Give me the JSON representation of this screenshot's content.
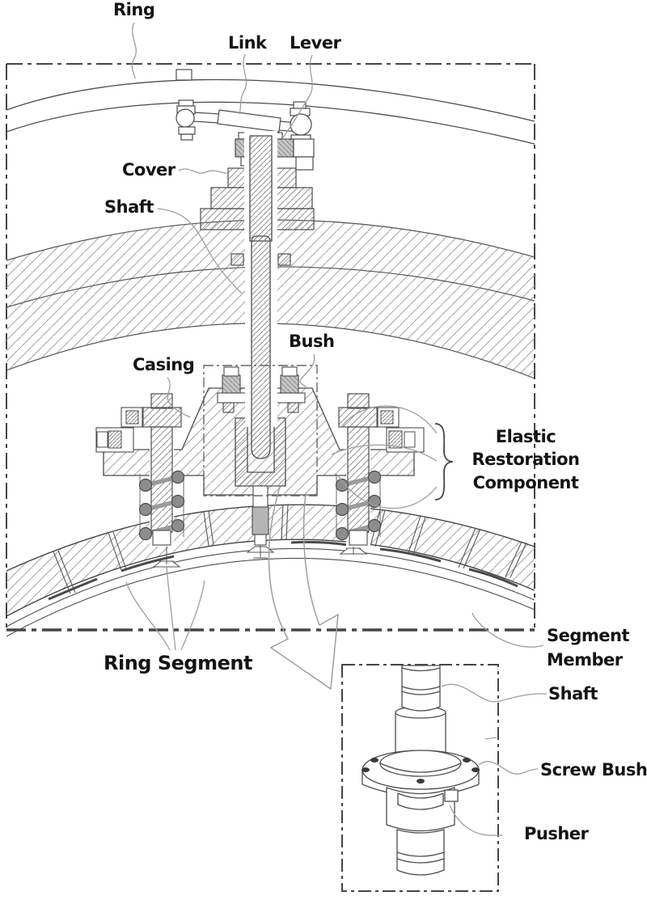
{
  "figure": {
    "kind": "patent-style mechanical cross-section drawing with detail inset",
    "labels": {
      "ring": "Ring",
      "link": "Link",
      "lever": "Lever",
      "cover": "Cover",
      "shaft_upper": "Shaft",
      "casing": "Casing",
      "bush": "Bush",
      "elastic_line1": "Elastic",
      "elastic_line2": "Restoration",
      "elastic_line3": "Component",
      "ring_segment": "Ring Segment",
      "segment_member_line1": "Segment",
      "segment_member_line2": "Member",
      "shaft_inset": "Shaft",
      "screw_bush": "Screw Bush",
      "pusher": "Pusher"
    },
    "colors": {
      "background": "#ffffff",
      "line": "#4c4c4c",
      "hatch": "#9b9b9b",
      "leader": "#9e9e9e",
      "gray_fill": "#c6c6c6",
      "pusher_fill": "#b5b5b5",
      "text": "#141414"
    }
  }
}
